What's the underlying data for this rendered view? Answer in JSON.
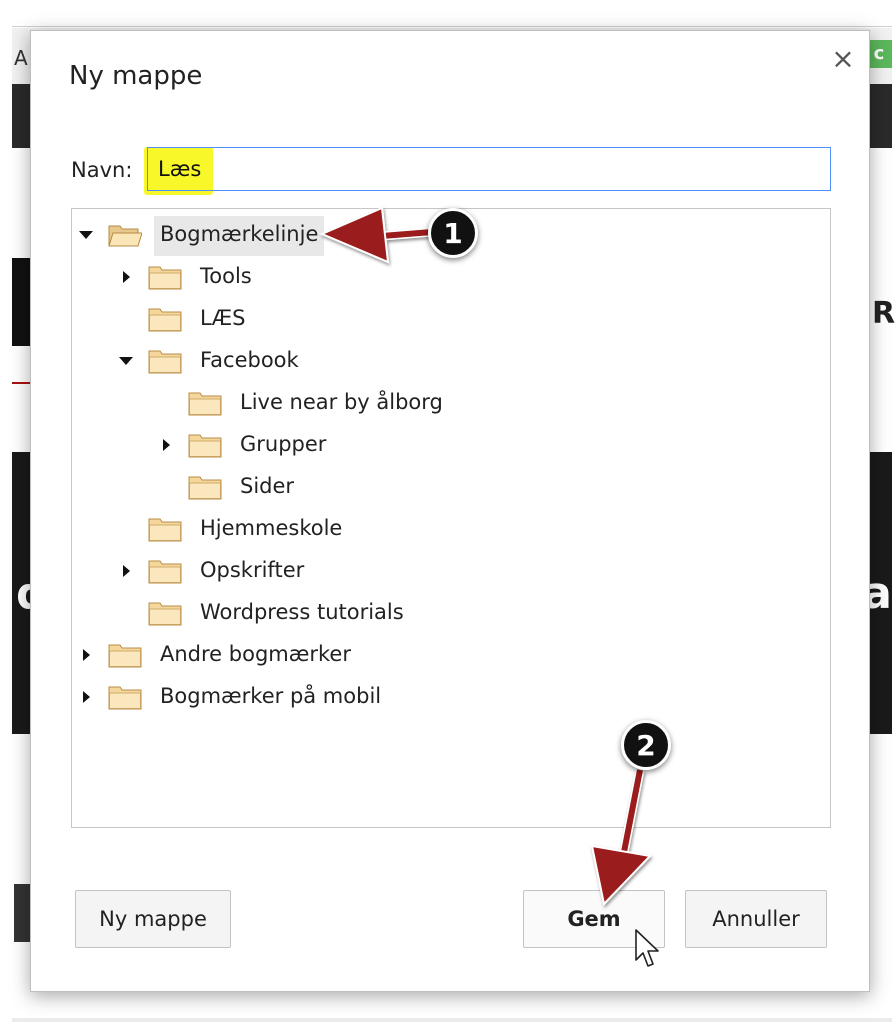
{
  "background": {
    "corner_letter": "A",
    "green_badge_glyph": "c",
    "left_letter": "d",
    "right_letter": "a",
    "right_edge_letter": "R"
  },
  "dialog": {
    "title": "Ny mappe",
    "close_icon": "close-icon",
    "name_label": "Navn:",
    "name_value": "Læs"
  },
  "tree": {
    "items": [
      {
        "label": "Bogmærkelinje",
        "depth": 0,
        "expander": "expanded",
        "selected": true
      },
      {
        "label": "Tools",
        "depth": 1,
        "expander": "collapsed",
        "selected": false
      },
      {
        "label": "LÆS",
        "depth": 1,
        "expander": "none",
        "selected": false
      },
      {
        "label": "Facebook",
        "depth": 1,
        "expander": "expanded",
        "selected": false
      },
      {
        "label": "Live near by ålborg",
        "depth": 2,
        "expander": "none",
        "selected": false
      },
      {
        "label": "Grupper",
        "depth": 2,
        "expander": "collapsed",
        "selected": false
      },
      {
        "label": "Sider",
        "depth": 2,
        "expander": "none",
        "selected": false
      },
      {
        "label": "Hjemmeskole",
        "depth": 1,
        "expander": "none",
        "selected": false
      },
      {
        "label": "Opskrifter",
        "depth": 1,
        "expander": "collapsed",
        "selected": false
      },
      {
        "label": "Wordpress tutorials",
        "depth": 1,
        "expander": "none",
        "selected": false
      },
      {
        "label": "Andre bogmærker",
        "depth": 0,
        "expander": "collapsed",
        "selected": false
      },
      {
        "label": "Bogmærker på mobil",
        "depth": 0,
        "expander": "collapsed",
        "selected": false
      }
    ]
  },
  "buttons": {
    "new_folder": "Ny mappe",
    "save": "Gem",
    "cancel": "Annuller"
  },
  "annotations": {
    "step1": "1",
    "step2": "2",
    "arrow_color": "#9b1b1b",
    "highlight_color": "#f7f72a"
  }
}
